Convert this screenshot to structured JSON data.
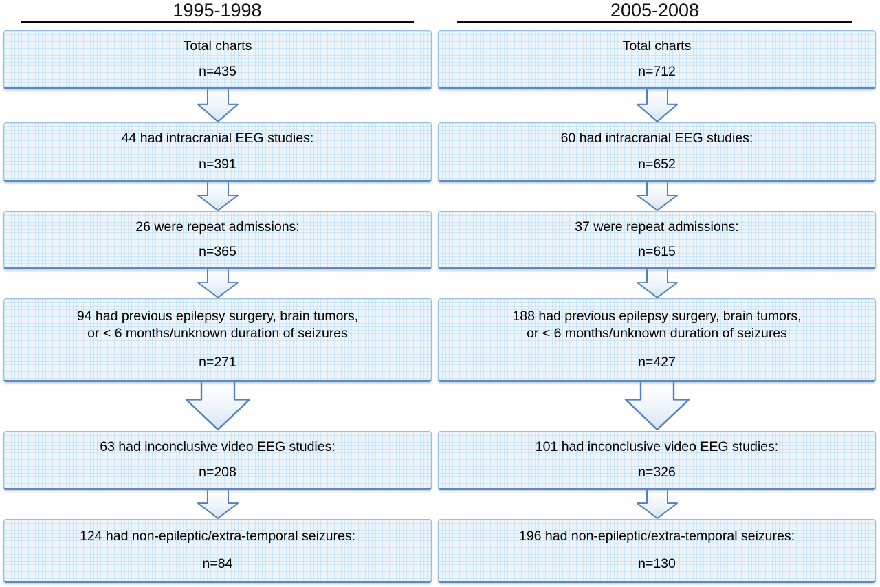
{
  "figure": {
    "title": "Patient chart review flow diagram, two study periods",
    "columns": [
      {
        "header": "1995-1998",
        "boxes": [
          {
            "title": "Total charts",
            "n": "n=435"
          },
          {
            "title": "44 had intracranial EEG studies:",
            "n": "n=391"
          },
          {
            "title": "26 were repeat admissions:",
            "n": "n=365"
          },
          {
            "title": "94 had previous epilepsy surgery, brain tumors,",
            "title2": "or < 6 months/unknown duration of seizures",
            "n": "n=271"
          },
          {
            "title": "63 had inconclusive video EEG studies:",
            "n": "n=208"
          },
          {
            "title": "124 had non-epileptic/extra-temporal seizures:",
            "n": "n=84"
          }
        ]
      },
      {
        "header": "2005-2008",
        "boxes": [
          {
            "title": "Total charts",
            "n": "n=712"
          },
          {
            "title": "60 had intracranial EEG studies:",
            "n": "n=652"
          },
          {
            "title": "37 were repeat admissions:",
            "n": "n=615"
          },
          {
            "title": "188 had previous epilepsy surgery, brain tumors,",
            "title2": "or < 6 months/unknown duration of seizures",
            "n": "n=427"
          },
          {
            "title": "101 had inconclusive video EEG studies:",
            "n": "n=326"
          },
          {
            "title": "196 had non-epileptic/extra-temporal seizures:",
            "n": "n=130"
          }
        ]
      }
    ],
    "colors": {
      "box_fill": "#edf5fb",
      "box_grid": "#8cc8e8",
      "box_border": "#9cc0dc",
      "box_border_bottom": "#5f87b8",
      "arrow_outline": "#4f81bd",
      "header_underline": "#0a0a0a",
      "text": "#000000"
    }
  }
}
